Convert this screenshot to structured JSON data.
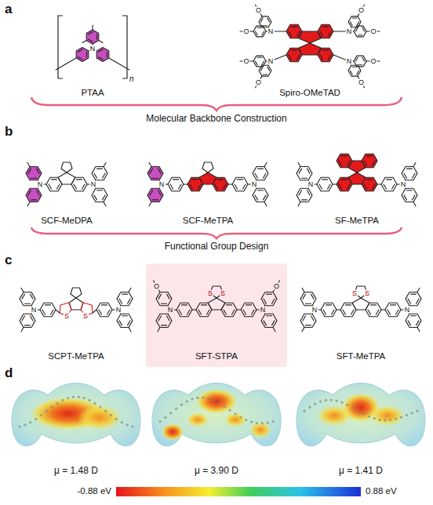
{
  "diagram": {
    "nodes": [
      {
        "text": [
          "SFT-STPA"
        ]
      }
    ],
    "labels": [
      "a",
      "PTAA",
      "n",
      "Spiro-OMeTAD",
      "Molecular Backbone Construction",
      "b",
      "SCF-MeDPA",
      "SCF-MeTPA",
      "SF-MeTPA",
      "Functional Group Design",
      "c",
      "SCPT-MeTPA",
      "SFT-MeTPA",
      "d",
      "μ = 1.48 D",
      "μ = 3.90 D",
      "μ = 1.41 D",
      "-0.88 eV",
      "0.88 eV",
      "N",
      "N",
      "O",
      "O",
      "N",
      "O",
      "O",
      "N",
      "O",
      "O",
      "N",
      "O",
      "O",
      "N",
      "N",
      "N",
      "N",
      "N",
      "N",
      "S",
      "S",
      "N",
      "N",
      "S",
      "S",
      "N",
      "O",
      "N",
      "O",
      "S",
      "S",
      "N",
      "N"
    ]
  }
}
